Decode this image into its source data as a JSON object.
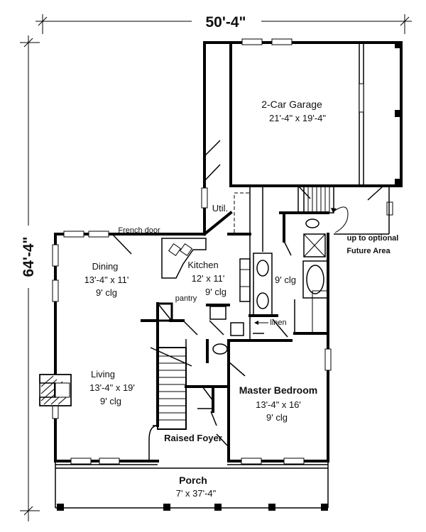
{
  "dimensions": {
    "width": "50'-4\"",
    "depth": "64'-4\""
  },
  "rooms": {
    "garage": {
      "name": "2-Car Garage",
      "size": "21'-4\" x 19'-4\""
    },
    "utility": {
      "name": "Util."
    },
    "dining": {
      "name": "Dining",
      "size": "13'-4\" x 11'",
      "ceiling": "9' clg"
    },
    "kitchen": {
      "name": "Kitchen",
      "size": "12' x 11'",
      "ceiling": "9' clg"
    },
    "pantry": {
      "name": "pantry"
    },
    "living": {
      "name": "Living",
      "size": "13'-4\" x 19'",
      "ceiling": "9' clg"
    },
    "bath": {
      "ceiling": "9' clg"
    },
    "linen": {
      "name": "linen"
    },
    "master": {
      "name": "Master Bedroom",
      "size": "13'-4\" x 16'",
      "ceiling": "9' clg"
    },
    "foyer": {
      "name": "Raised Foyer"
    },
    "porch": {
      "name": "Porch",
      "size": "7' x 37'-4\""
    }
  },
  "notes": {
    "french_door": "French door",
    "stair_up_line1": "up to optional",
    "stair_up_line2": "Future Area"
  }
}
